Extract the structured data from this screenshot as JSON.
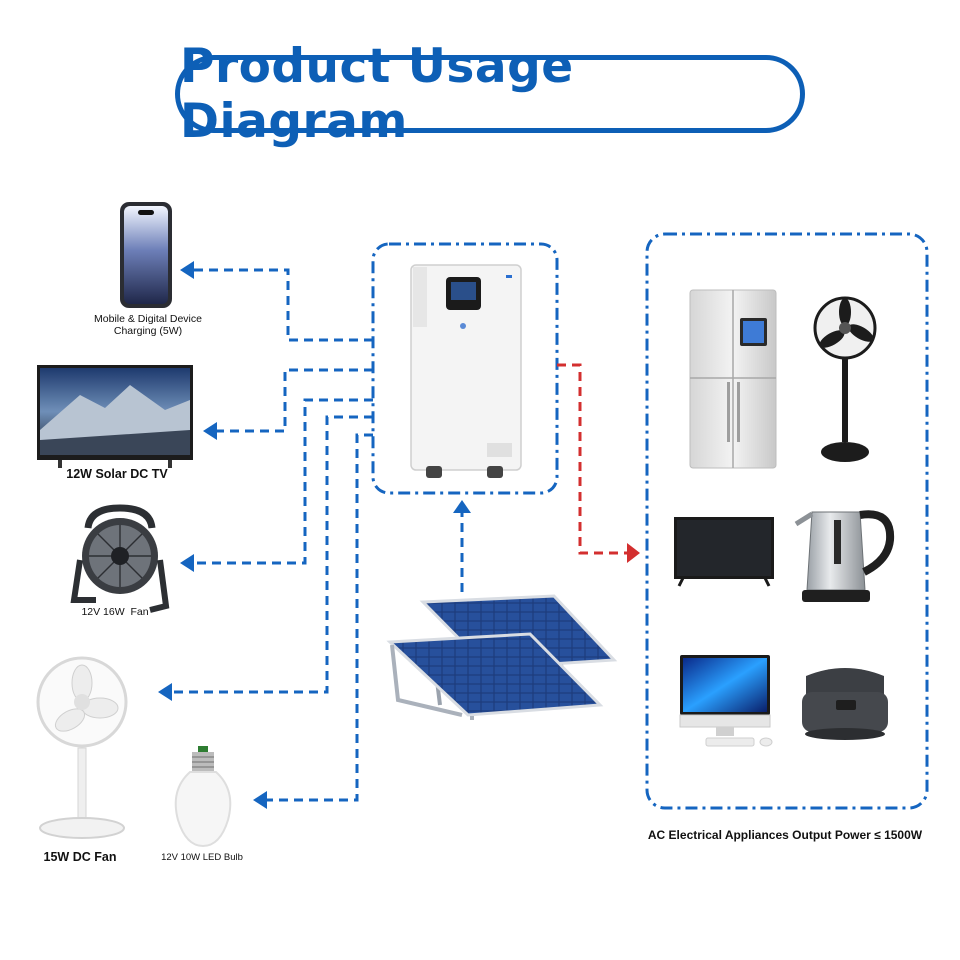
{
  "title": "Product Usage Diagram",
  "dc_devices": [
    {
      "label": "Mobile & Digital Device Charging (5W)",
      "icon": "smartphone-icon"
    },
    {
      "label": "12W Solar DC TV",
      "icon": "tv-icon"
    },
    {
      "label": "12V 16W  Fan",
      "icon": "portable-fan-icon"
    },
    {
      "label": "15W DC Fan",
      "icon": "standing-fan-icon"
    },
    {
      "label": "12V 10W LED Bulb",
      "icon": "led-bulb-icon"
    }
  ],
  "ac_caption": "AC Electrical Appliances Output Power ≤ 1500W",
  "ac_appliances": [
    "refrigerator-icon",
    "pedestal-fan-icon",
    "television-icon",
    "electric-kettle-icon",
    "desktop-computer-icon",
    "rice-cooker-icon"
  ],
  "colors": {
    "accent": "#0d5fb6",
    "dc_line": "#1565c0",
    "ac_line": "#d32f2f"
  }
}
